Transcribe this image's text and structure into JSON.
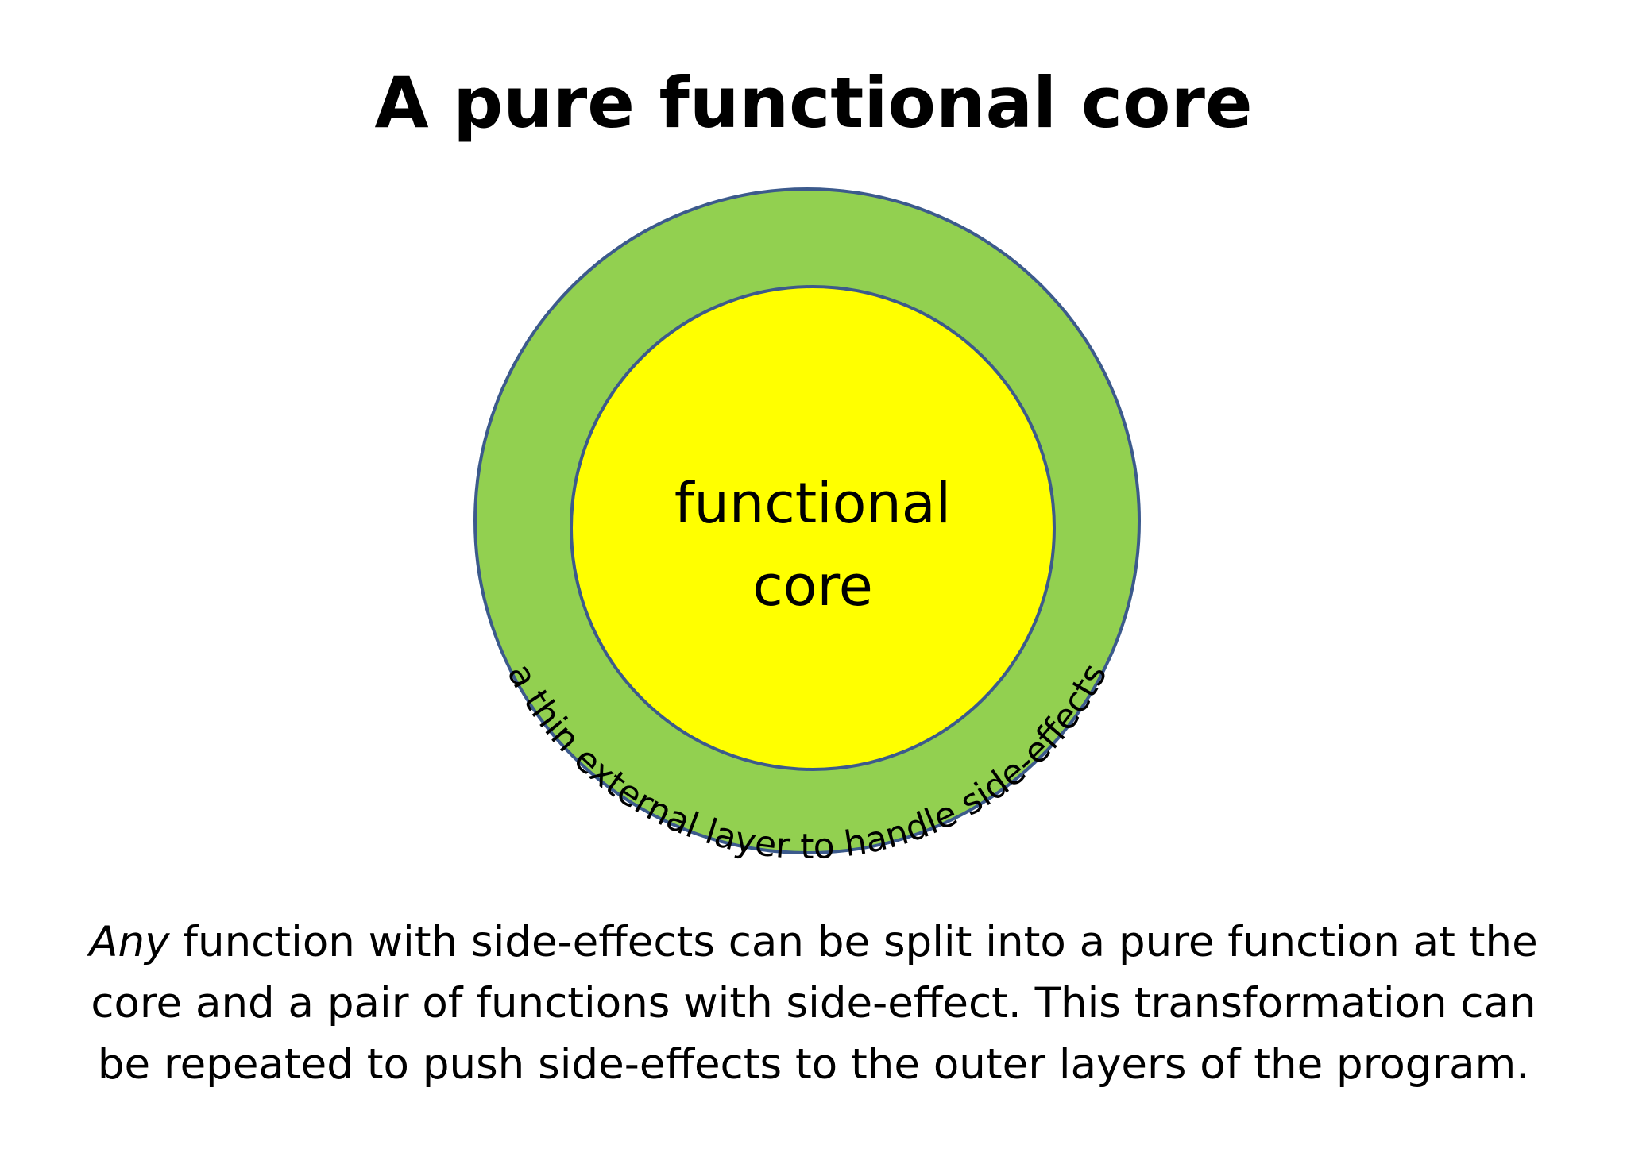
{
  "title": "A pure functional core",
  "diagram": {
    "core_label_line1": "functional",
    "core_label_line2": "core",
    "ring_label": "a thin external layer to handle side-effects",
    "colors": {
      "outer_ring_fill": "#92d050",
      "inner_core_fill": "#ffff00",
      "outline": "#3c5a8c"
    }
  },
  "caption": {
    "emphasis": "Any",
    "text": " function with side-effects can be split into a pure function at the core and a pair of functions with side-effect. This transformation can be repeated to push side-effects to the outer layers of the program."
  }
}
